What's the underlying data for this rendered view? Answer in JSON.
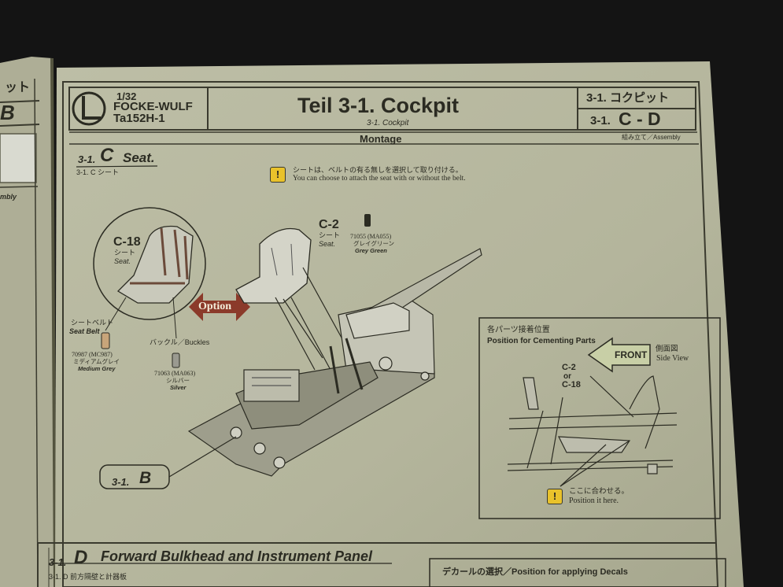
{
  "left_page": {
    "fragment_top": "ット",
    "fragment_letter": "B",
    "fragment_small": "mbly"
  },
  "header": {
    "scale": "1/32",
    "maker": "FOCKE-WULF",
    "model": "Ta152H-1",
    "title": "Teil 3-1.  Cockpit",
    "subtitle": "3-1. Cockpit",
    "right_top": "3-1. コクピット",
    "right_bottom_prefix": "3-1.",
    "right_bottom_letters": "C - D",
    "montage": "Montage",
    "assembly_label": "組み立て／Assembly"
  },
  "section_c": {
    "prefix": "3-1.",
    "letter": "C",
    "title": "Seat.",
    "japanese": "3-1. C シート",
    "note_jp": "シートは、ベルトの有る無しを選択して取り付ける。",
    "note_en": "You can choose to attach the seat with or without the belt.",
    "warn_icon": "!"
  },
  "part_c18": {
    "code": "C-18",
    "jp": "シート",
    "en": "Seat."
  },
  "part_c2": {
    "code": "C-2",
    "jp": "シート",
    "en": "Seat."
  },
  "paint_grey_green": {
    "code": "71055 (MA055)",
    "jp": "グレイグリーン",
    "en": "Grey Green"
  },
  "option_label": "Option",
  "seat_belt": {
    "jp": "シートベルト",
    "en": "Seat Belt"
  },
  "buckles": {
    "label": "バックル／Buckles"
  },
  "paint_medium_grey": {
    "code": "70987 (MC987)",
    "jp": "ミディアムグレイ",
    "en": "Medium Grey"
  },
  "paint_silver": {
    "code": "71063 (MA063)",
    "jp": "シルバー",
    "en": "Silver"
  },
  "ref_b": {
    "prefix": "3-1.",
    "letter": "B"
  },
  "inset": {
    "title_jp": "各パーツ接着位置",
    "title_en": "Position for Cementing Parts",
    "front": "FRONT",
    "side_jp": "側面図",
    "side_en": "Side View",
    "parts_line1": "C-2",
    "parts_line2": "or",
    "parts_line3": "C-18",
    "pos_jp": "ここに合わせる。",
    "pos_en": "Position it here."
  },
  "section_d": {
    "prefix": "3-1.",
    "letter": "D",
    "title": "Forward Bulkhead and Instrument Panel",
    "japanese": "3-1. D 前方隔壁と計器板"
  },
  "decals": {
    "label": "デカールの選択／Position for applying Decals"
  },
  "colors": {
    "paper": "#b7b79f",
    "ink": "#2b2b22",
    "warning": "#e9c22b",
    "option_arrow": "#8b3a2a",
    "front_arrow": "#c8cfa6",
    "paint_bottle": "#c8a57a"
  }
}
